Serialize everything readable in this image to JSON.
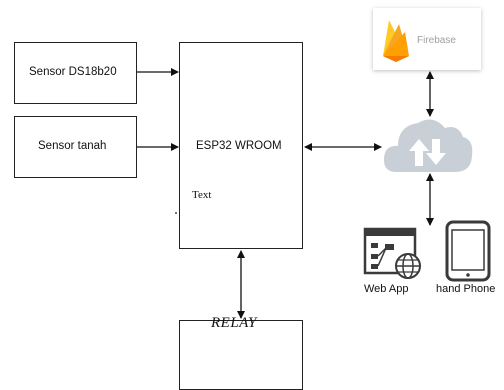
{
  "nodes": {
    "sensor_ds18b20": "Sensor DS18b20",
    "sensor_tanah": "Sensor tanah",
    "esp32": "ESP32 WROOM",
    "esp32_note": "Text",
    "relay": "RELAY",
    "firebase": "Firebase",
    "web_app": "Web App",
    "hand_phone": "hand Phone"
  },
  "icons": {
    "firebase": "firebase-flame-icon",
    "cloud": "cloud-upload-download-icon",
    "web_app": "web-app-window-globe-icon",
    "phone": "smartphone-icon"
  },
  "colors": {
    "cloud": "#c9cfd6",
    "firebase_orange": "#f5a623",
    "firebase_yellow": "#ffca28",
    "firebase_dark": "#f57c00",
    "icon_dark": "#3a3a3a"
  }
}
